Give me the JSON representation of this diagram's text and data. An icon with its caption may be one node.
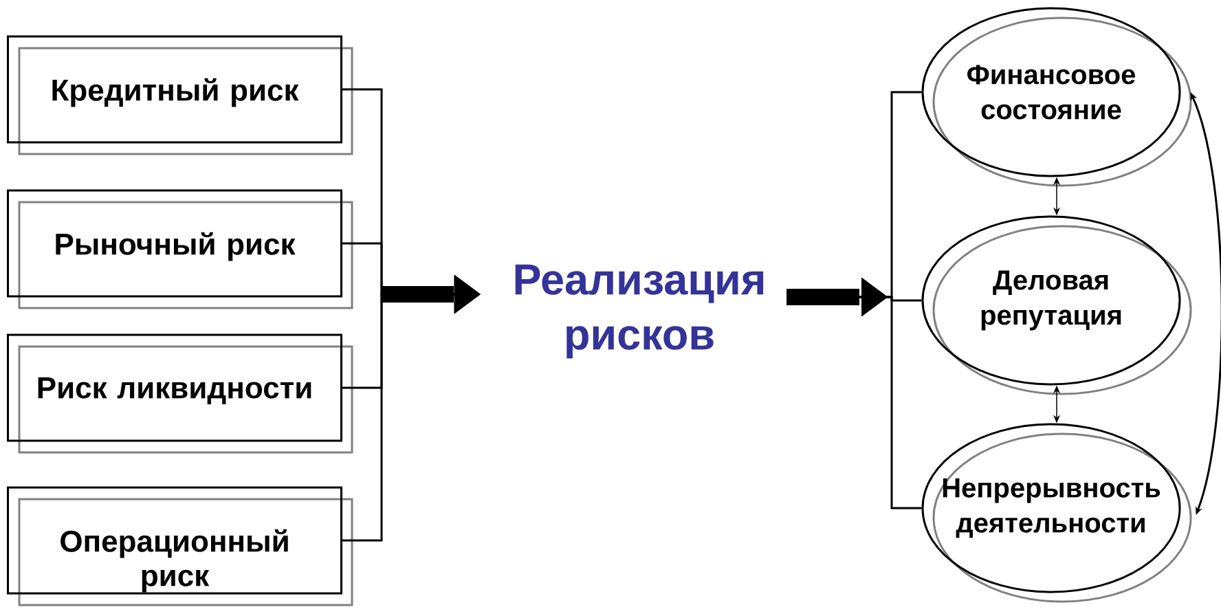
{
  "diagram": {
    "nodes": [
      {
        "text": [
          "Кредитный риск"
        ]
      },
      {
        "text": [
          "Рыночный риск"
        ]
      },
      {
        "text": [
          "Риск ликвидности"
        ]
      },
      {
        "text": [
          "Операционный риск"
        ]
      },
      {
        "text": [
          "Реализация рисков"
        ]
      },
      {
        "text": [
          "Финансовое состояние"
        ]
      },
      {
        "text": [
          "Деловая репутация"
        ]
      },
      {
        "text": [
          "Непрерывность деятельности"
        ]
      }
    ],
    "edges": [
      {
        "from": 0,
        "to": 4,
        "arrow": "to"
      },
      {
        "from": 1,
        "to": 4,
        "arrow": "to"
      },
      {
        "from": 2,
        "to": 4,
        "arrow": "to"
      },
      {
        "from": 3,
        "to": 4,
        "arrow": "to"
      },
      {
        "from": 4,
        "to": 5,
        "arrow": "to"
      },
      {
        "from": 4,
        "to": 6,
        "arrow": "to"
      },
      {
        "from": 4,
        "to": 7,
        "arrow": "to"
      },
      {
        "from": 5,
        "to": 6,
        "arrow": "both"
      },
      {
        "from": 6,
        "to": 7,
        "arrow": "both"
      },
      {
        "from": 5,
        "to": 7,
        "arrow": "both"
      }
    ]
  }
}
